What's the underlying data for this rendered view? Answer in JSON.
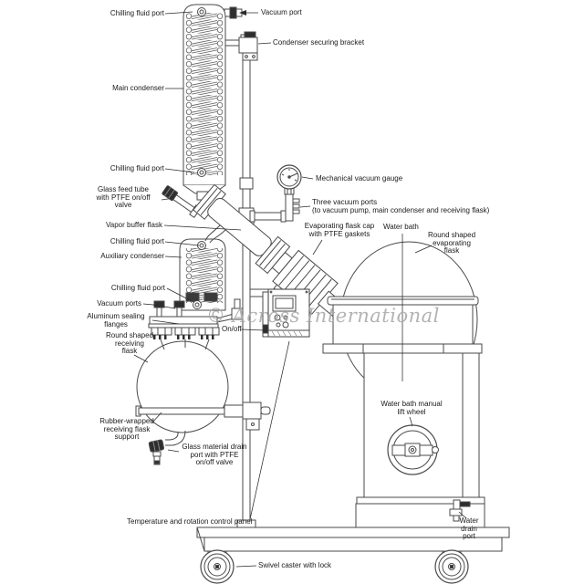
{
  "watermark": "© Across International",
  "labels": {
    "chilling_fluid_port_top": "Chilling fluid port",
    "vacuum_port": "Vacuum port",
    "condenser_securing_bracket": "Condenser securing bracket",
    "main_condenser": "Main condenser",
    "chilling_fluid_port_mid": "Chilling fluid port",
    "mechanical_vacuum_gauge": "Mechanical vacuum gauge",
    "glass_feed_tube": "Glass feed tube\nwith PTFE on/off\nvalve",
    "three_vacuum_ports": "Three vacuum ports\n(to vacuum pump, main condenser and receiving flask)",
    "vapor_buffer_flask": "Vapor buffer flask",
    "evaporating_flask_cap": "Evaporating flask cap\nwith PTFE gaskets",
    "water_bath": "Water bath",
    "chilling_fluid_port_aux_top": "Chilling fluid port",
    "round_shaped_evaporating_flask": "Round shaped\nevaporating\nflask",
    "auxiliary_condenser": "Auxiliary condenser",
    "chilling_fluid_port_aux_bottom": "Chilling fluid port",
    "vacuum_ports": "Vacuum ports",
    "aluminum_sealing_flanges": "Aluminum sealing\nflanges",
    "on_off": "On/off",
    "round_shaped_receiving_flask": "Round shaped\nreceiving\nflask",
    "water_bath_manual_lift_wheel": "Water bath manual\nlift wheel",
    "rubber_wrapped_receiving_flask_support": "Rubber-wrapped\nreceiving flask\nsupport",
    "glass_material_drain_port": "Glass material drain\nport with PTFE\non/off valve",
    "temperature_and_rotation_control_panel": "Temperature and rotation control panel",
    "water_drain_port": "Water\ndrain\nport",
    "swivel_caster_with_lock": "Swivel caster with lock"
  },
  "colors": {
    "line": "#4a4a4a",
    "label_text": "#1a1a1a",
    "watermark": "#a6a6a6",
    "background": "#ffffff"
  }
}
